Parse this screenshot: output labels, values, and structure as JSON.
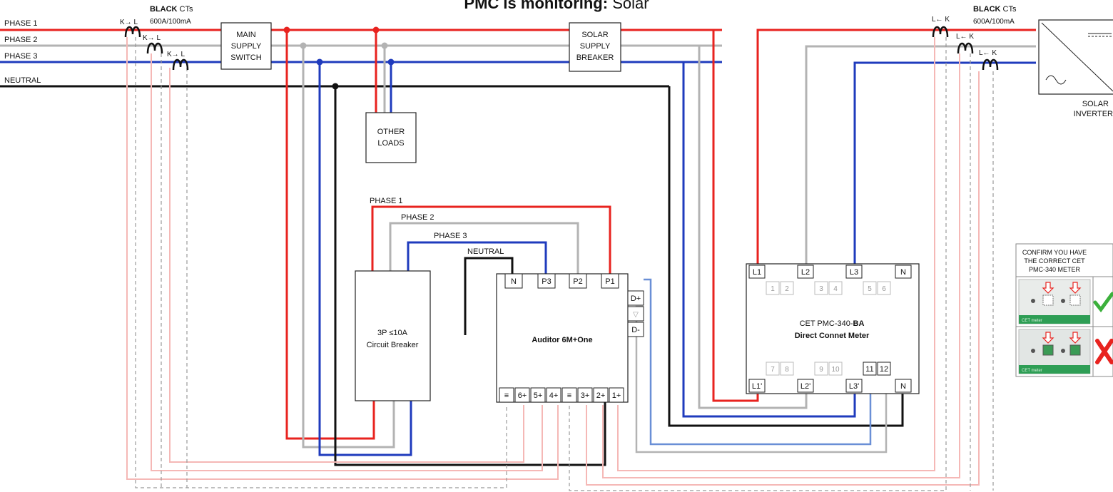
{
  "header": {
    "prefix": "PMC is monitoring:",
    "value": "Solar"
  },
  "phases": {
    "p1": "PHASE 1",
    "p2": "PHASE 2",
    "p3": "PHASE 3",
    "n": "NEUTRAL"
  },
  "ct_left": {
    "title_bold": "BLACK",
    "title_rest": " CTs",
    "rating": "600A/100mA",
    "orient": [
      "K→ L",
      "K→ L",
      "K→ L"
    ]
  },
  "ct_right": {
    "title_bold": "BLACK",
    "title_rest": " CTs",
    "rating": "600A/100mA",
    "orient": [
      "L← K",
      "L← K",
      "L← K"
    ]
  },
  "main_switch": [
    "MAIN",
    "SUPPLY",
    "SWITCH"
  ],
  "solar_breaker": [
    "SOLAR",
    "SUPPLY",
    "BREAKER"
  ],
  "other_loads": [
    "OTHER",
    "LOADS"
  ],
  "inverter": [
    "SOLAR",
    "INVERTER"
  ],
  "feed_labels": {
    "p1": "PHASE 1",
    "p2": "PHASE 2",
    "p3": "PHASE 3",
    "n": "NEUTRAL"
  },
  "breaker": [
    "3P ≤10A",
    "Circuit Breaker"
  ],
  "auditor": {
    "name": "Auditor 6M+One",
    "top_terms": [
      "N",
      "P3",
      "P2",
      "P1"
    ],
    "side_terms": [
      "D+",
      "▽",
      "D-"
    ],
    "bottom_terms": [
      "≡",
      "6+",
      "5+",
      "4+",
      "≡",
      "3+",
      "2+",
      "1+"
    ]
  },
  "meter": {
    "name_prefix": "CET PMC-340-",
    "name_bold": "BA",
    "subtitle": "Direct Connet Meter",
    "top_terms": [
      "L1",
      "L2",
      "L3",
      "N"
    ],
    "top_sub": [
      "1",
      "2",
      "3",
      "4",
      "5",
      "6"
    ],
    "bottom_sub": [
      "7",
      "8",
      "9",
      "10",
      "11",
      "12"
    ],
    "bottom_terms": [
      "L1'",
      "L2'",
      "L3'",
      "N"
    ]
  },
  "confirm": {
    "lines": [
      "CONFIRM YOU HAVE",
      "THE CORRECT CET",
      "PMC-340 METER"
    ],
    "good_tag": "CET meter",
    "bad_tag": "CET meter"
  },
  "colors": {
    "phase1": "#e8231f",
    "phase2": "#b3b3b3",
    "phase3": "#1f3bbd",
    "neutral": "#111111",
    "ct_pink": "#f5b8b6",
    "ct_grey": "#999999",
    "rs485": "#6a8fd6",
    "ok": "#3cb03c",
    "bad": "#e8231f"
  }
}
